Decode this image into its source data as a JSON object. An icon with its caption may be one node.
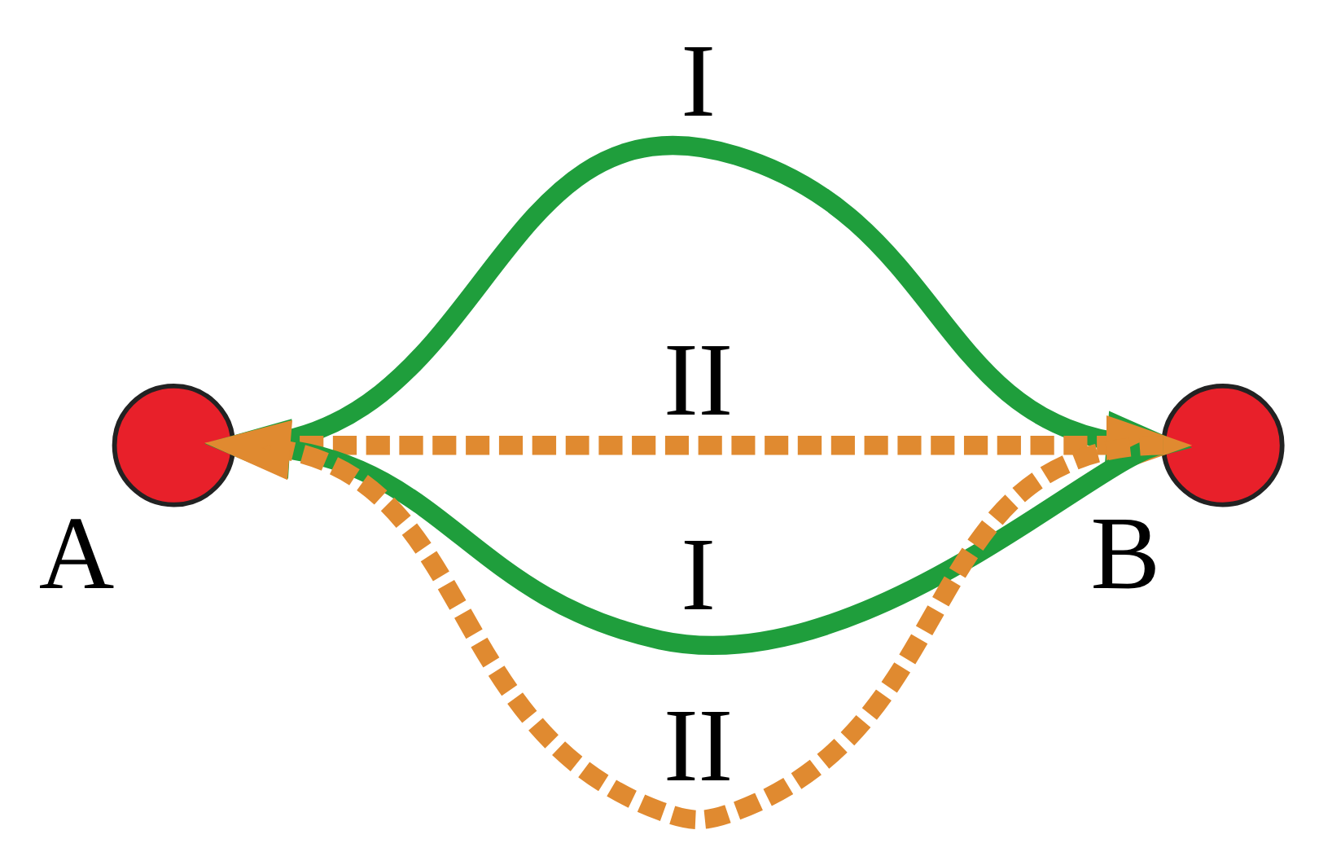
{
  "diagram": {
    "nodes": [
      {
        "text": [
          "A"
        ]
      },
      {
        "text": [
          "B"
        ]
      }
    ],
    "edges": [
      {
        "from": 0,
        "to": 1,
        "arrow": "to",
        "label": "I",
        "color": "#1f9e3c"
      },
      {
        "from": 1,
        "to": 0,
        "arrow": "to",
        "label": "I",
        "color": "#1f9e3c"
      },
      {
        "from": 1,
        "to": 0,
        "arrow": "to",
        "label": "II",
        "style": "dashed",
        "color": "#e08a30"
      },
      {
        "from": 0,
        "to": 1,
        "arrow": "to",
        "label": "II",
        "style": "dashed",
        "color": "#e08a30"
      }
    ]
  }
}
